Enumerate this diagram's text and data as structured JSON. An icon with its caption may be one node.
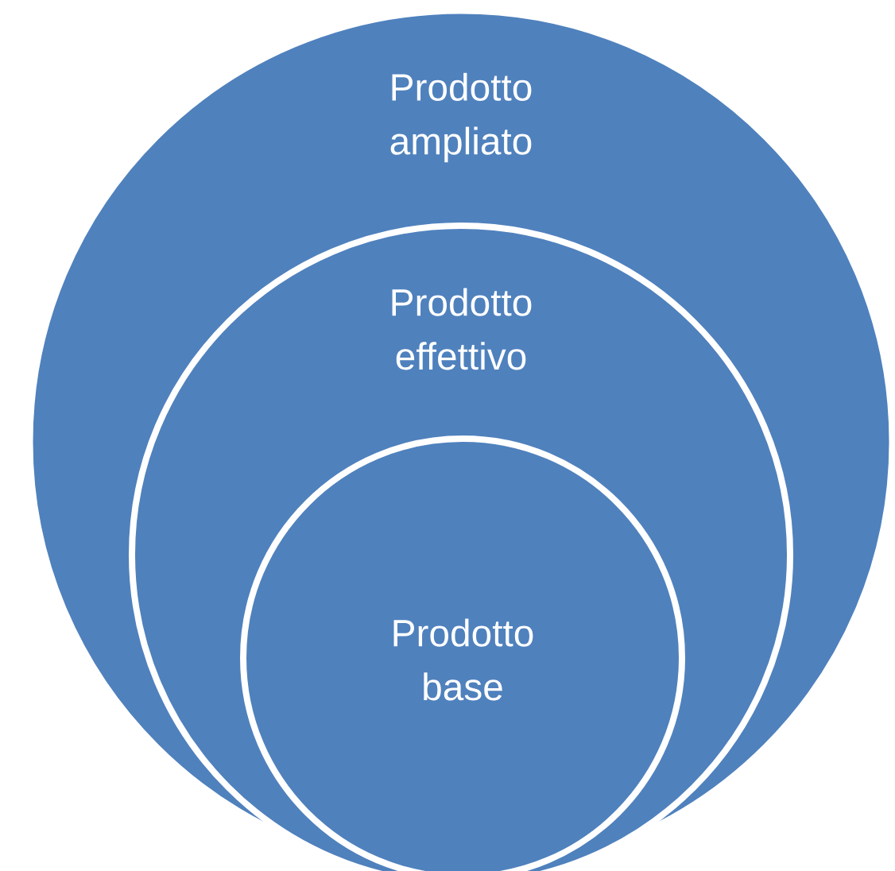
{
  "diagram": {
    "nodes": [
      {
        "text": [
          "Prodotto ampliato"
        ]
      },
      {
        "text": [
          "Prodotto effettivo"
        ],
        "in": 0
      },
      {
        "text": [
          "Prodotto base"
        ],
        "in": 1
      }
    ]
  }
}
